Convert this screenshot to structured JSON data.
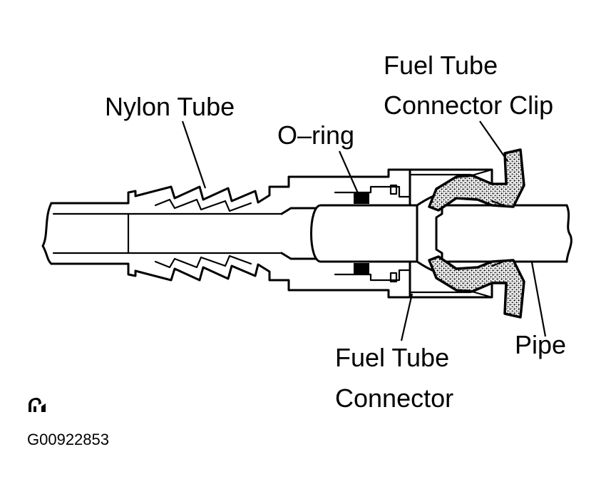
{
  "labels": {
    "nylon_tube": "Nylon Tube",
    "o_ring": "O–ring",
    "clip_line1": "Fuel Tube",
    "clip_line2": "Connector Clip",
    "connector_line1": "Fuel Tube",
    "connector_line2": "Connector",
    "pipe": "Pipe"
  },
  "figure_code": "G00922853",
  "icons": {
    "corner_symbol": "reference-mark-icon"
  }
}
